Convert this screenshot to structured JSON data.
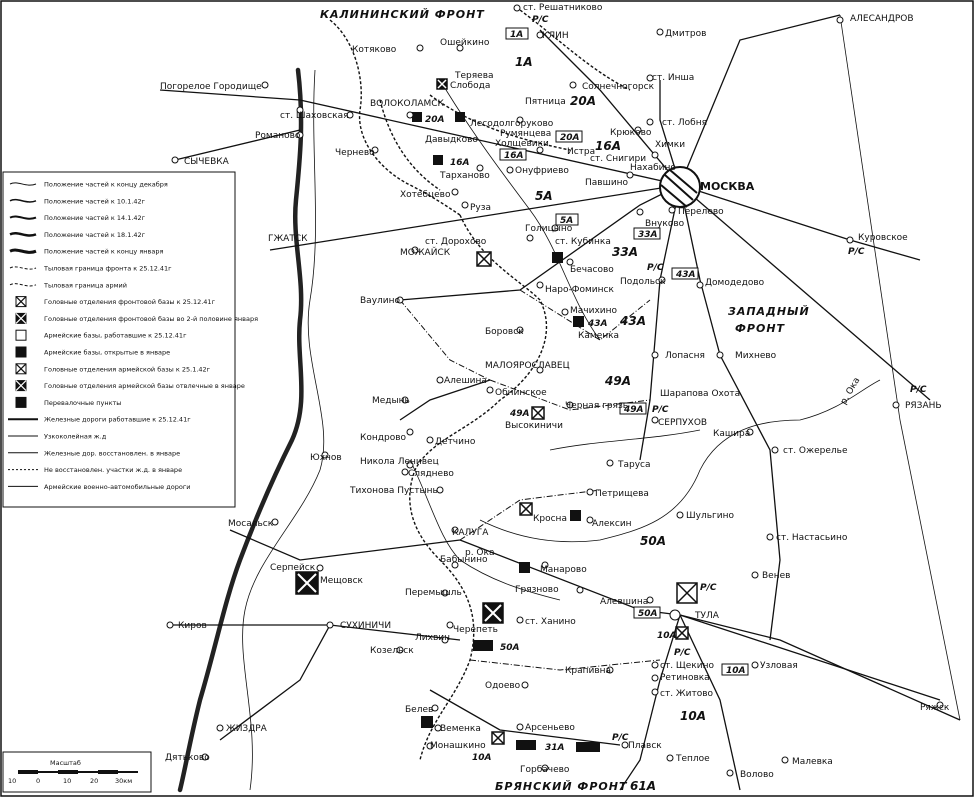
{
  "fronts": {
    "kalinin": "КАЛИНИНСКИЙ ФРОНТ",
    "western": "ЗАПАДНЫЙ",
    "western2": "ФРОНТ",
    "bryansk": "БРЯНСКИЙ ФРОНТ"
  },
  "moscow": "МОСКВА",
  "towns": {
    "reshetnikovo": "ст. Решатниково",
    "klin": "КЛИН",
    "dmitrov": "Дмитров",
    "alexandrov": "АЛЕСАНДРОВ",
    "kotyakovo": "Котяково",
    "oshejkino": "Ошейкино",
    "teryaeva": "Теряева",
    "sloboda": "Слобода",
    "solnechnogorsk": "Солнечногорск",
    "inshа": "ст. Инша",
    "pogoreloe": "Погорелое Городище",
    "volokolamsk": "ВОЛОКОЛАМСК",
    "pyatnitsa": "Пятница",
    "shakhovskaya": "ст. Шаховская",
    "lesodolgorukovo": "Лесодолгоруково",
    "rumyantseva": "Румянцева",
    "kryukovo": "Крюково",
    "lobnya": "ст. Лобня",
    "romanovo": "Романово",
    "davydkovo": "Давыдково",
    "kholshcheviki": "Холщевики",
    "istra": "Истра",
    "khimki": "Химки",
    "snegiri": "ст. Снигири",
    "nakhabino": "Нахабино",
    "chernevo": "Чернево",
    "sychevka": "СЫЧЕВКА",
    "tarkhanovo": "Тарханово",
    "onufrievo": "Онуфриево",
    "pavshino": "Павшино",
    "khotebtsevo": "Хотебцево",
    "ruza": "Руза",
    "perelevo": "Перелево",
    "vnukovo": "Внуково",
    "golitsyno": "Голицыно",
    "kubinka": "ст. Кубинка",
    "gzhatsk": "ГЖАТСК",
    "dorokhovo": "ст. Дорохово",
    "mozhaisk": "МОЖАЙСК",
    "kurovskoe": "Куровское",
    "vachasovo": "Бечасово",
    "podolsk": "Подольск",
    "domodedovo": "Домодедово",
    "vaulino": "Ваулино",
    "naro_fominsk": "Наро-Фоминск",
    "borovsk": "Боровск",
    "machikhino": "Мачихино",
    "kamenka": "Каменка",
    "lopasnya": "Лопасня",
    "mikhnevo": "Михнево",
    "maloyaroslavets": "МАЛОЯРОСЛАВЕЦ",
    "aleshina": "Алешина",
    "obninskoe": "Обнинское",
    "sharapova": "Шарапова Охота",
    "medyn": "Медынь",
    "chernaya_gryaz": "Черная грязь",
    "vysokinichi": "Высокиничи",
    "serpukhov": "СЕРПУХОВ",
    "ryazan": "РЯЗАНЬ",
    "kondrovo": "Кондрово",
    "detchino": "Детчино",
    "kashira": "Кашира",
    "ozherelye": "ст. Ожерелье",
    "yukhnov": "Юхнов",
    "nikola_lenivets": "Никола Ленивец",
    "slyadnevo": "Сляднево",
    "tarusa": "Таруса",
    "tikhonova": "Тихонова Пустынь",
    "petrishcheva": "Петрищева",
    "shulgino": "Шульгино",
    "mosalsk": "Мосальск",
    "kaluga": "КАЛУГА",
    "krosna": "Кросна",
    "aleksin": "Алексин",
    "nastasino": "ст. Настасьино",
    "serpeisk": "Серпейск",
    "meshchovsk": "Мещовск",
    "babynino": "Бабынино",
    "manarovo": "Манарово",
    "venev": "Венев",
    "peremyshl": "Перемышль",
    "gryaznovo": "Грязново",
    "alevshina": "Алевшина",
    "tula": "ТУЛА",
    "kirov": "Киров",
    "sukhinichi": "СУХИНИЧИ",
    "cherepet": "Черепеть",
    "khanino": "ст. Ханино",
    "likhvin": "Лихвин",
    "kozelsk": "Козельск",
    "shchekino": "ст. Щекино",
    "uzlovaya": "Узловая",
    "kraivina": "Крапивна",
    "retinovka": "Ретиновка",
    "odoevo": "Одоево",
    "zhitovo": "ст. Житово",
    "zhizdra": "ЖИЗДРА",
    "belev": "Белев",
    "ryazhsk": "Ряжск",
    "arsenyevo": "Арсеньево",
    "venevka": "Веменка",
    "plavsk": "Плавск",
    "monashkino": "Монашкино",
    "dyatkovo": "Дятьково",
    "teploe": "Теплое",
    "malevka": "Малевка",
    "gorbachevo": "Горбачево",
    "volovo": "Волово"
  },
  "armies": {
    "a1": "1А",
    "a20": "20А",
    "a16": "16А",
    "a5": "5А",
    "a33": "33А",
    "a43": "43А",
    "a49": "49А",
    "a50": "50А",
    "a10": "10А",
    "a61": "61А",
    "a31": "31А"
  },
  "boxes": {
    "b1": "1А",
    "b20": "20А",
    "b16": "16А",
    "b5": "5А",
    "b33": "33А",
    "b43": "43А",
    "b49": "49А",
    "b50": "50А",
    "b10": "10А"
  },
  "small": {
    "s20": "20А",
    "s16": "16А",
    "s43": "43А",
    "s49": "49А",
    "s50": "50А",
    "s10a": "10А",
    "s10b": "10А",
    "s31": "31А"
  },
  "rc": "Р/С",
  "rivers": {
    "oka1": "р. Ока",
    "oka2": "р. Ока"
  },
  "legend": {
    "items": [
      "Положение частей к концу декабря",
      "Положение частей к 10.1.42г",
      "Положение частей к 14.1.42г",
      "Положение частей к 18.1.42г",
      "Положение частей к концу января",
      "Тыловая граница фронта к 25.12.41г",
      "Тыловая граница армий",
      "Головные отделения фронтовой базы к 25.12.41г",
      "Головные отделения фронтовой базы во 2-й половине января",
      "Армейские базы, работавшие к 25.12.41г",
      "Армейские базы, открытые в январе",
      "Головные отделения армейской базы к 25.1.42г",
      "Головные отделения армейской базы отвлечные в январе",
      "Перевалочные пункты",
      "Железные дороги работавшие к 25.12.41г",
      "Узкоколейная ж.д",
      "Железные дор. восстановлен. в январе",
      "Не восстановлен. участки ж.д. в январе",
      "Армейские военно-автомобильные дороги"
    ]
  },
  "scale": {
    "title": "Масштаб",
    "ticks": [
      "10",
      "0",
      "10",
      "20",
      "30км"
    ]
  }
}
